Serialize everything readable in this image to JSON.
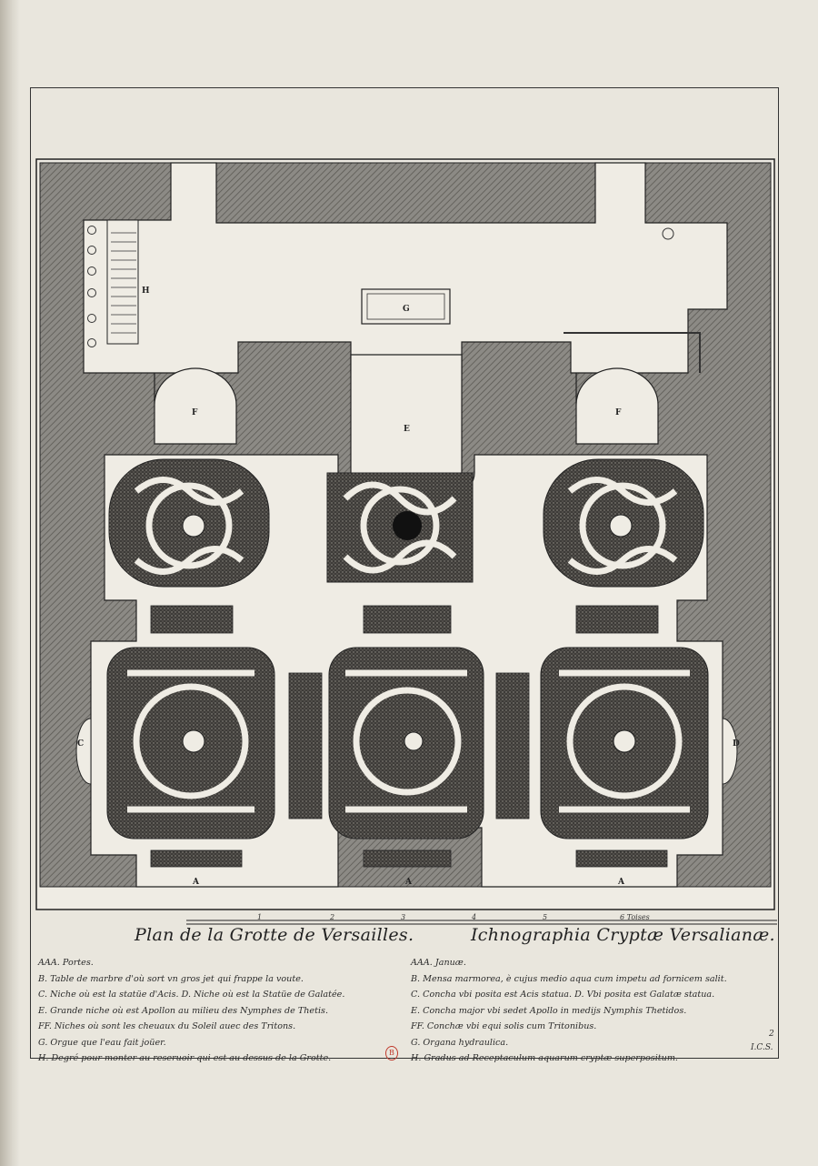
{
  "plan": {
    "labels": {
      "h": "H",
      "g": "G",
      "f_left": "F",
      "f_right": "F",
      "e": "E",
      "c": "C",
      "d": "D",
      "a_left": "A",
      "a_mid": "A",
      "a_right": "A"
    },
    "scale": {
      "ticks": [
        "1",
        "2",
        "3",
        "4",
        "5",
        "6 Toises"
      ]
    }
  },
  "titles": {
    "french": "Plan de la Grotte de Versailles.",
    "latin": "Ichnographia Cryptæ Versalianæ."
  },
  "legend_french": [
    "AAA. Portes.",
    "B. Table de marbre d'où sort vn gros jet qui frappe la voute.",
    "C. Niche où est la statüe d'Acis. D. Niche où est la Statüe de Galatée.",
    "E. Grande niche où est Apollon au milieu des Nymphes de Thetis.",
    "FF. Niches où sont les cheuaux du Soleil auec des Tritons.",
    "G. Orgue que l'eau fait joüer.",
    "H. Degré pour monter au reseruoir qui est au dessus de la Grotte."
  ],
  "legend_latin": [
    "AAA. Januæ.",
    "B. Mensa marmorea, è cujus medio aqua cum impetu ad fornicem salit.",
    "C. Concha vbi posita est Acis statua. D. Vbi posita est Galatæ statua.",
    "E. Concha major vbi sedet Apollo in medijs Nymphis Thetidos.",
    "FF. Conchæ vbi equi solis cum Tritonibus.",
    "G. Organa hydraulica.",
    "H. Gradus ad Receptaculum aquarum cryptæ superpositum."
  ],
  "signature": "I.C.S.",
  "plate_number": "2",
  "stamp": "B"
}
